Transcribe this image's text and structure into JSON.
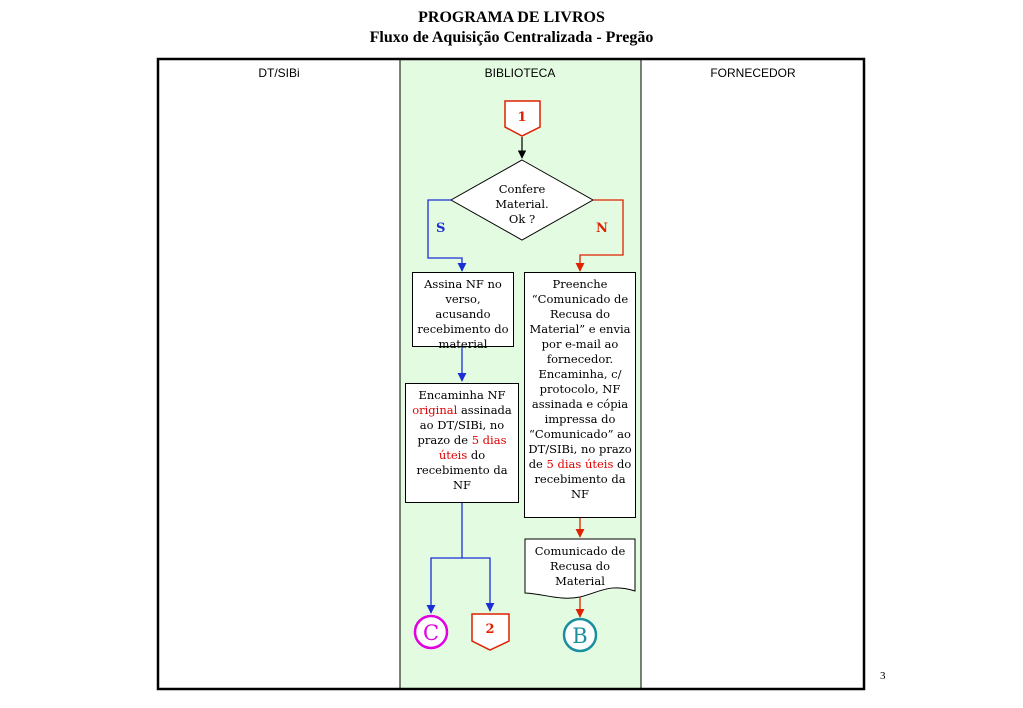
{
  "title": "PROGRAMA DE LIVROS",
  "subtitle": "Fluxo de Aquisição Centralizada - Pregão",
  "lanes": [
    "DT/SIBi",
    "BIBLIOTECA",
    "FORNECEDOR"
  ],
  "start_connector": "1",
  "decision": [
    "Confere",
    "Material.",
    "Ok ?"
  ],
  "yes_label": "S",
  "no_label": "N",
  "box_sign": "Assina NF no verso, acusando recebimento do material",
  "box_forward": {
    "t1": "Encaminha NF",
    "t2": "original",
    "t3": " assinada ao DT/SIBi, no prazo de ",
    "t4": "5 dias úteis",
    "t5": " do recebimento da NF"
  },
  "box_refuse": {
    "t1": "Preenche “Comunicado de Recusa do Material” e envia por e-mail ao fornecedor. Encaminha, c/ protocolo, NF assinada e cópia impressa do “Comunicado” ao DT/SIBi, no prazo de ",
    "t2": "5 dias úteis",
    "t3": " do recebimento da NF"
  },
  "document": "Comunicado de Recusa do Material",
  "connector_c": "C",
  "connector_2": "2",
  "connector_b": "B",
  "page_number": "3",
  "colors": {
    "lane_fill": "#e3fbe0",
    "blue": "#1a2fd6",
    "red": "#e02000",
    "magenta": "#e000e0",
    "teal": "#1a8fa0"
  }
}
